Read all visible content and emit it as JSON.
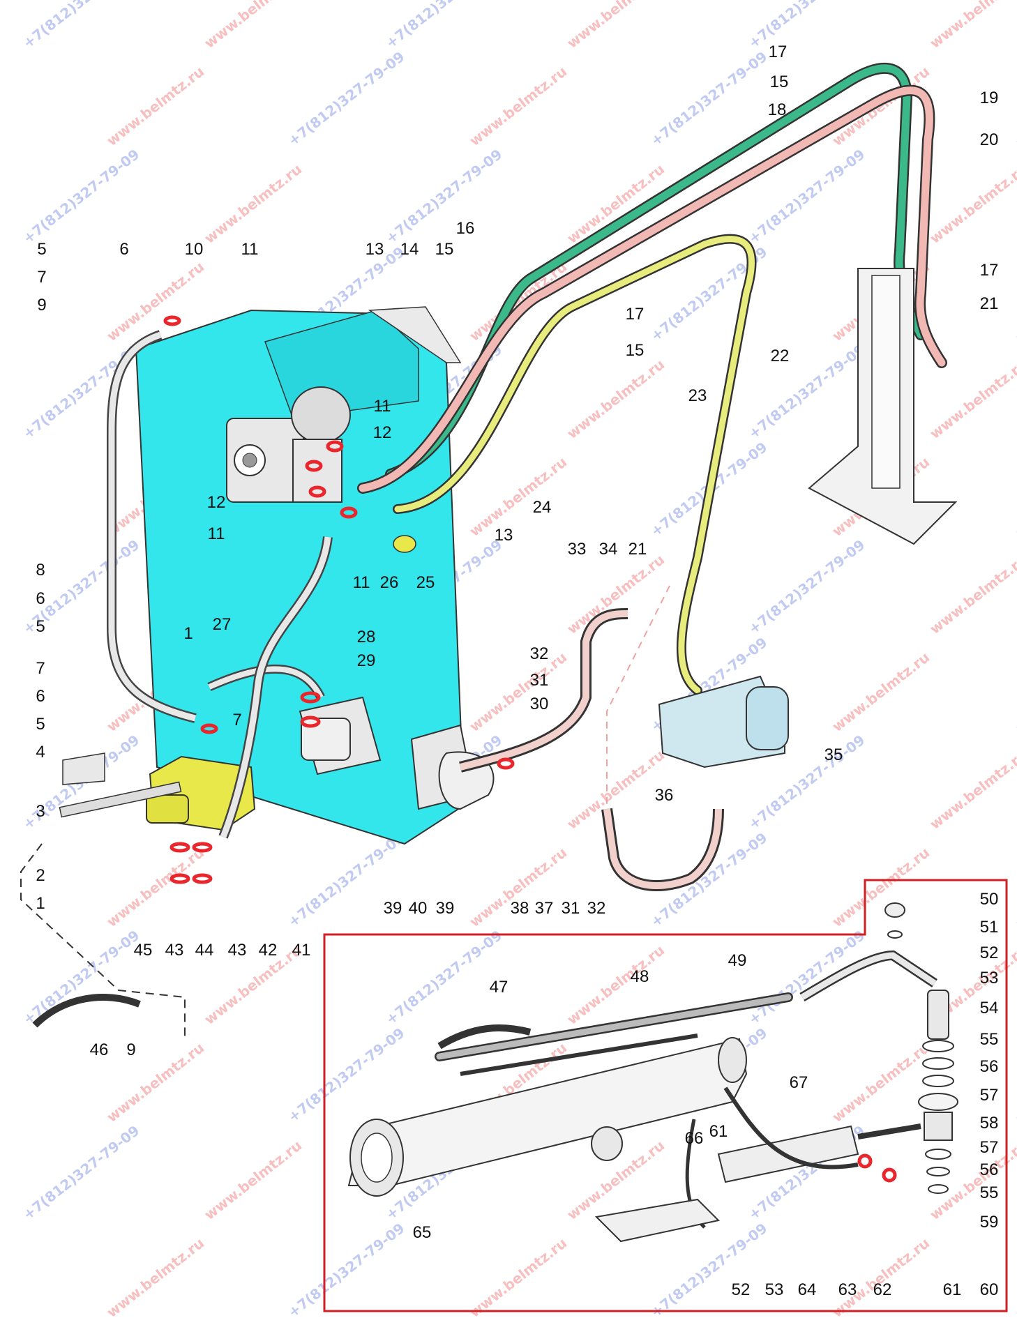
{
  "watermarks": [
    "+7(812)327-79-09",
    "www.belmtz.ru"
  ],
  "colors": {
    "tank": "#33e6ec",
    "valve": "#e8e84a",
    "green_line": "#3bb98a",
    "pink_line": "#f2b8b4",
    "yellow_line": "#e7ec7d",
    "red_rings": "#e8262b",
    "detail_frame": "#d21f26",
    "watermark_red": "#f08b8b",
    "watermark_blue": "#8f9fe6"
  },
  "callouts": [
    "1",
    "2",
    "3",
    "4",
    "5",
    "6",
    "7",
    "8",
    "9",
    "10",
    "11",
    "12",
    "13",
    "14",
    "15",
    "16",
    "17",
    "18",
    "19",
    "20",
    "21",
    "22",
    "23",
    "24",
    "25",
    "26",
    "27",
    "28",
    "29",
    "30",
    "31",
    "32",
    "33",
    "34",
    "35",
    "36",
    "37",
    "38",
    "39",
    "40",
    "41",
    "42",
    "43",
    "44",
    "45",
    "46",
    "47",
    "48",
    "49",
    "50",
    "51",
    "52",
    "53",
    "54",
    "55",
    "56",
    "57",
    "58",
    "59",
    "60",
    "61",
    "62",
    "63",
    "64",
    "65",
    "66",
    "67"
  ]
}
